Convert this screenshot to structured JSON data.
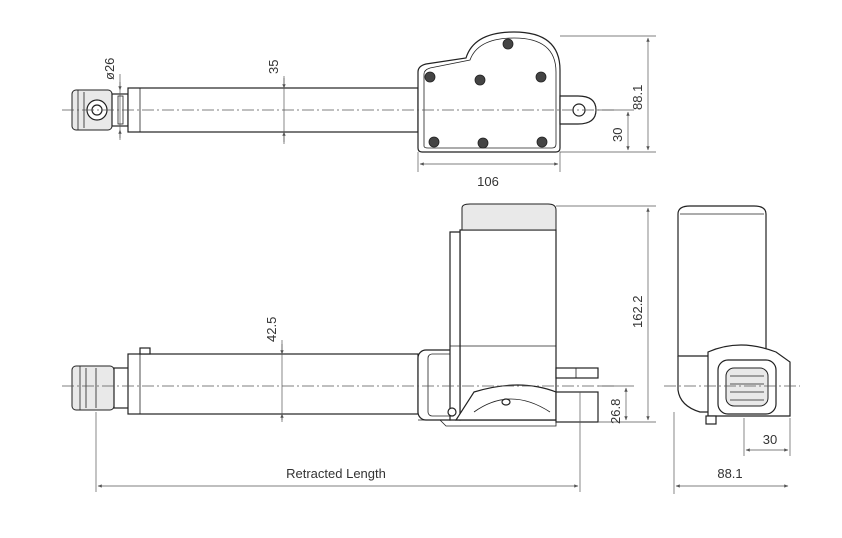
{
  "top_view": {
    "dim_rod_diameter": "ø26",
    "dim_rod_length": "35",
    "dim_height": "88.1",
    "dim_mount_offset": "30",
    "dim_housing_width": "106"
  },
  "side_view": {
    "dim_rod_length": "42.5",
    "dim_total_height": "162.2",
    "dim_tab_offset": "26.8",
    "dim_retracted": "Retracted Length"
  },
  "end_view": {
    "dim_offset": "30",
    "dim_width": "88.1"
  },
  "colors": {
    "line": "#222222",
    "dimension": "#555555",
    "background": "#ffffff"
  }
}
